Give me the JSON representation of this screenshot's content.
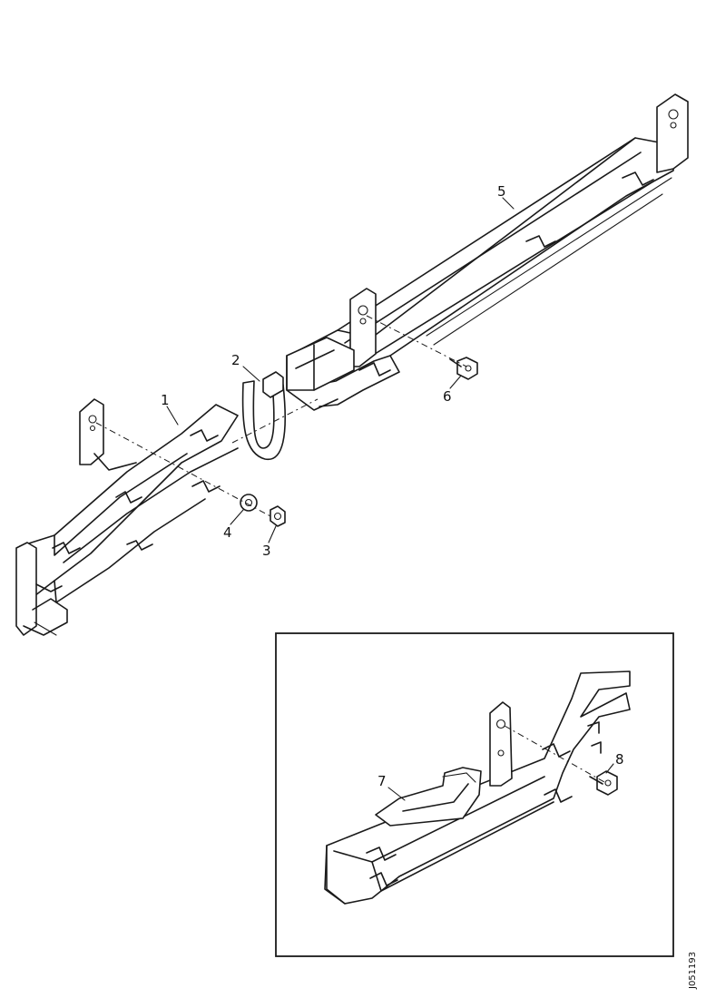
{
  "callouts": {
    "part_1": "1",
    "part_2": "2",
    "part_3": "3",
    "part_4": "4",
    "part_5": "5",
    "part_6": "6",
    "part_7": "7",
    "part_8": "8"
  },
  "figure_code": "J051193"
}
